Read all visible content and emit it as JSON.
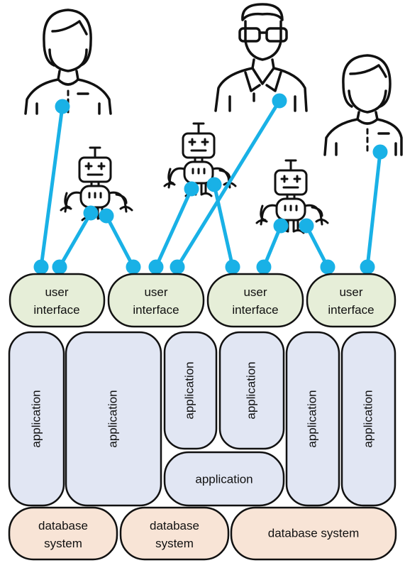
{
  "colors": {
    "user_interface_fill": "#e6eed8",
    "application_fill": "#e1e6f3",
    "database_fill": "#f8e4d6",
    "connector": "#19b1e6",
    "stroke": "#111111"
  },
  "people": [
    {
      "name": "woman-icon"
    },
    {
      "name": "man-with-glasses-icon"
    },
    {
      "name": "woman-icon"
    }
  ],
  "robots": [
    {
      "name": "robot-icon"
    },
    {
      "name": "robot-icon"
    },
    {
      "name": "robot-icon"
    }
  ],
  "user_interfaces": [
    {
      "line1": "user",
      "line2": "interface"
    },
    {
      "line1": "user",
      "line2": "interface"
    },
    {
      "line1": "user",
      "line2": "interface"
    },
    {
      "line1": "user",
      "line2": "interface"
    }
  ],
  "applications": [
    {
      "label": "application"
    },
    {
      "label": "application"
    },
    {
      "label": "application"
    },
    {
      "label": "application"
    },
    {
      "label": "application"
    },
    {
      "label": "application"
    },
    {
      "label": "application"
    }
  ],
  "databases": [
    {
      "line1": "database",
      "line2": "system"
    },
    {
      "line1": "database",
      "line2": "system"
    },
    {
      "line1": "database system"
    }
  ]
}
